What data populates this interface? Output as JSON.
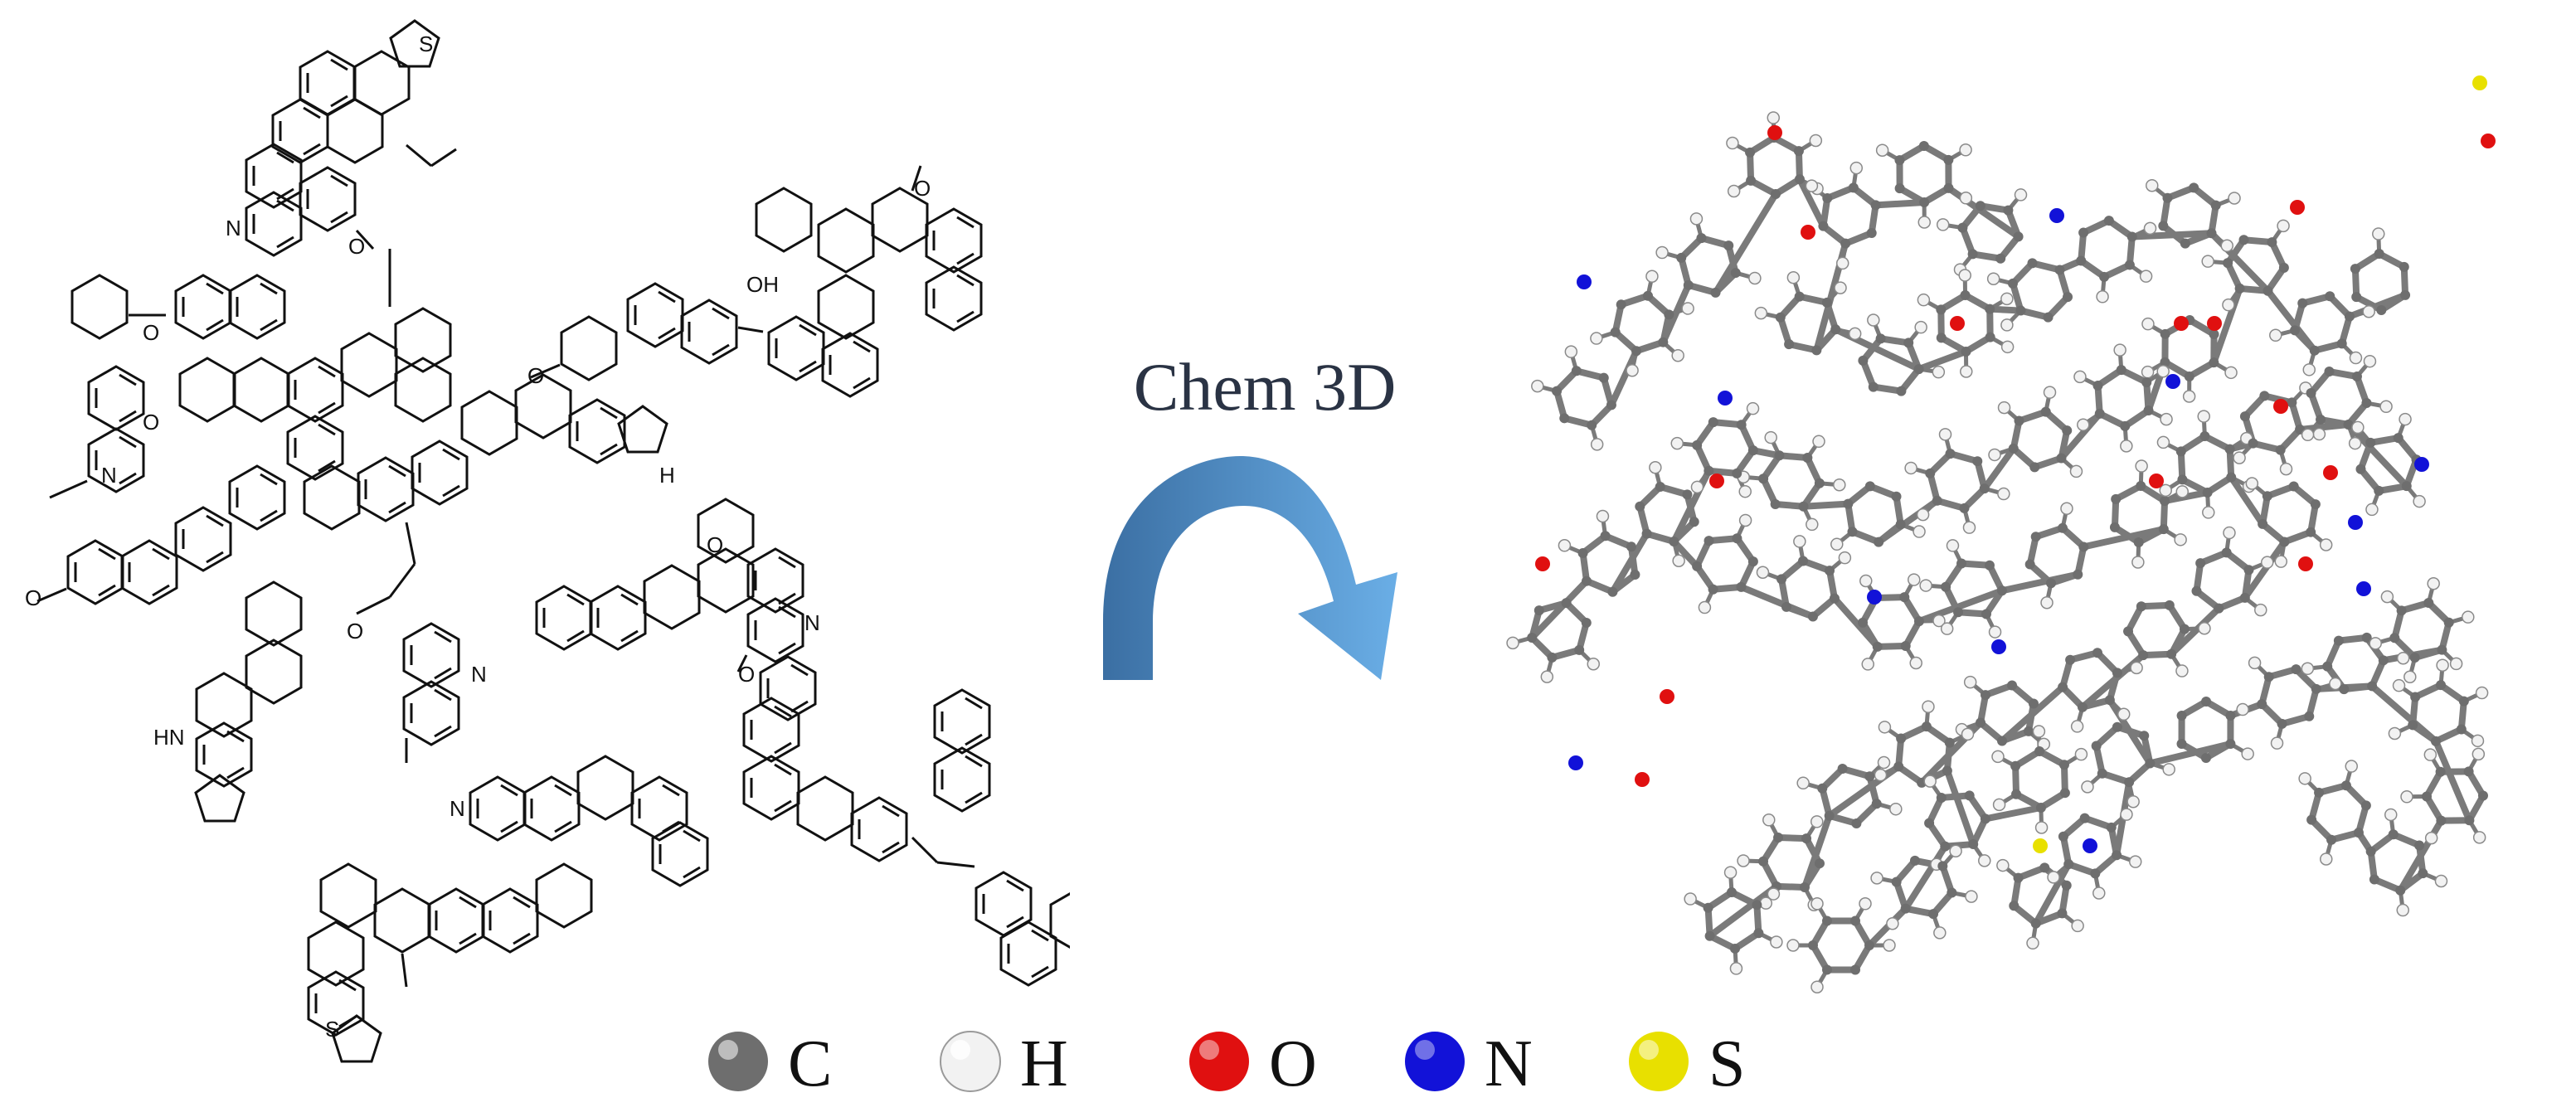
{
  "caption": "Chem 3D",
  "atom_labels": {
    "n1": "N",
    "n2": "N",
    "n3": "N",
    "n4": "N",
    "n5": "N",
    "s1": "S",
    "s2": "S",
    "o1": "O",
    "o2": "O",
    "o3": "O",
    "o4": "O",
    "o5": "O",
    "o6": "O",
    "o7": "O",
    "o8": "O",
    "o9": "O",
    "oh": "OH",
    "nh1": "H",
    "nh2": "HN"
  },
  "legend": [
    {
      "symbol": "C",
      "color": "#6e6e6e"
    },
    {
      "symbol": "H",
      "color": "#f2f2f2"
    },
    {
      "symbol": "O",
      "color": "#e01010"
    },
    {
      "symbol": "N",
      "color": "#1212d8"
    },
    {
      "symbol": "S",
      "color": "#e8e000"
    }
  ],
  "arrow_color": "#4a86c5"
}
